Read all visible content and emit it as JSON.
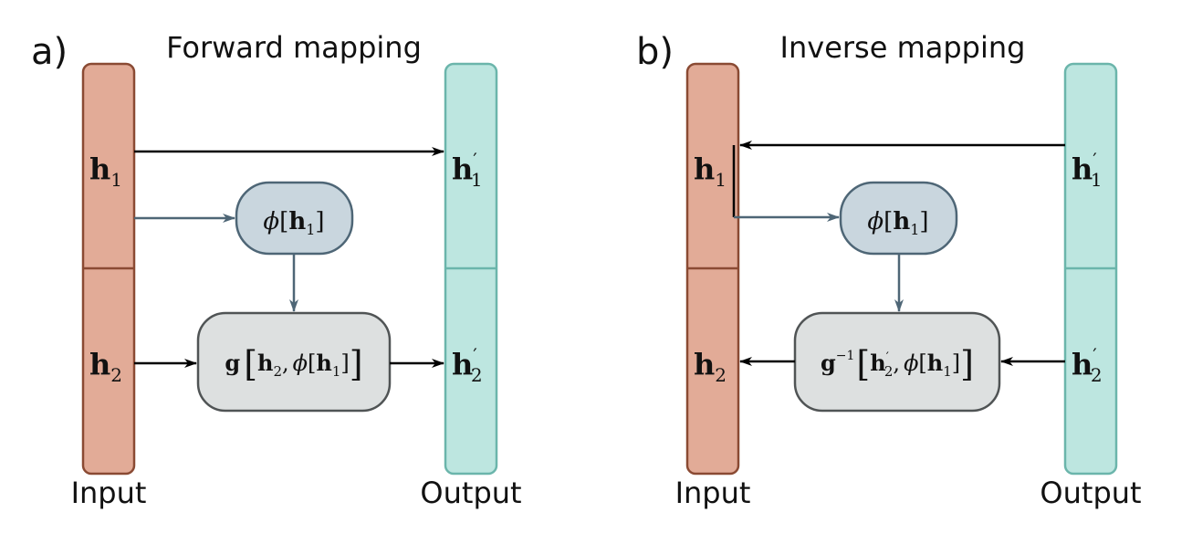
{
  "panels": [
    {
      "id": "a",
      "label": "a)",
      "title": "Forward mapping",
      "left_bar": {
        "label": "Input",
        "top": "h",
        "top_sub": "1",
        "bottom": "h",
        "bottom_sub": "2",
        "prime": ""
      },
      "right_bar": {
        "label": "Output",
        "top": "h",
        "top_sub": "1",
        "bottom": "h",
        "bottom_sub": "2",
        "prime": "′"
      },
      "phi_node": {
        "phi": "ϕ",
        "open": "[",
        "arg": "h",
        "arg_sub": "1",
        "close": "]"
      },
      "g_node": {
        "func": "g",
        "sup": "",
        "arg1": "h",
        "arg1_prime": "",
        "arg1_sub": "2",
        "comma": ",",
        "phi": "ϕ",
        "arg2": "h",
        "arg2_sub": "1"
      }
    },
    {
      "id": "b",
      "label": "b)",
      "title": "Inverse mapping",
      "left_bar": {
        "label": "Input",
        "top": "h",
        "top_sub": "1",
        "bottom": "h",
        "bottom_sub": "2",
        "prime": ""
      },
      "right_bar": {
        "label": "Output",
        "top": "h",
        "top_sub": "1",
        "bottom": "h",
        "bottom_sub": "2",
        "prime": "′"
      },
      "phi_node": {
        "phi": "ϕ",
        "open": "[",
        "arg": "h",
        "arg_sub": "1",
        "close": "]"
      },
      "g_node": {
        "func": "g",
        "sup": "−1",
        "arg1": "h",
        "arg1_prime": "′",
        "arg1_sub": "2",
        "comma": ",",
        "phi": "ϕ",
        "arg2": "h",
        "arg2_sub": "1"
      }
    }
  ],
  "colors": {
    "input_fill": "#e2ab97",
    "input_stroke": "#8a4a33",
    "output_fill": "#bde6e0",
    "output_stroke": "#6bb5ab",
    "phi_fill": "#c9d6de",
    "phi_stroke": "#4e6676",
    "g_fill": "#dde0e0",
    "g_stroke": "#505455"
  }
}
